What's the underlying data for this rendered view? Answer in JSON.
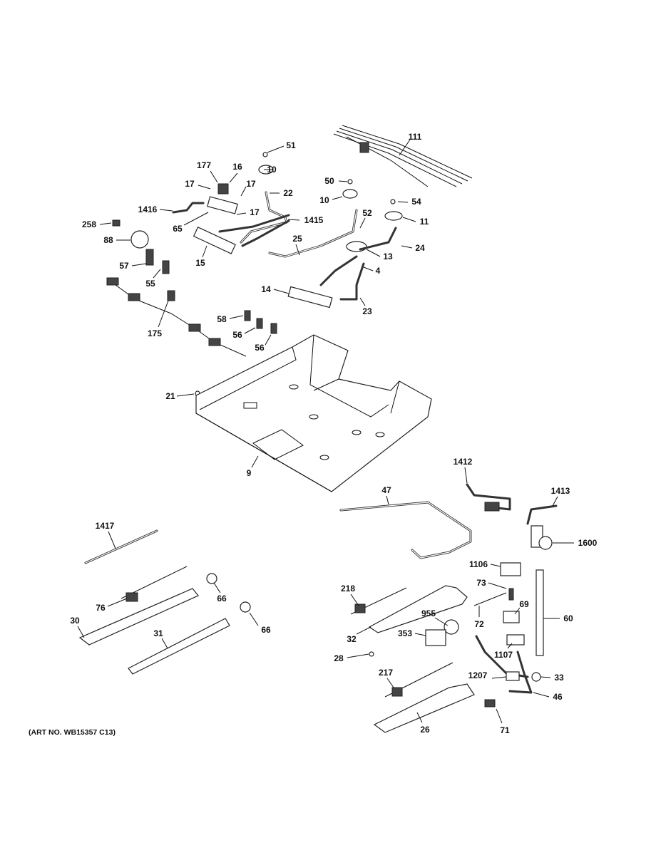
{
  "callouts": [
    "111",
    "51",
    "177",
    "16",
    "10",
    "17",
    "17",
    "22",
    "50",
    "10",
    "54",
    "1416",
    "52",
    "11",
    "1415",
    "17",
    "65",
    "258",
    "88",
    "25",
    "13",
    "24",
    "57",
    "15",
    "55",
    "4",
    "14",
    "23",
    "175",
    "58",
    "56",
    "56",
    "21",
    "9",
    "1412",
    "47",
    "1413",
    "1600",
    "1417",
    "1106",
    "73",
    "218",
    "76",
    "66",
    "955",
    "69",
    "60",
    "30",
    "72",
    "32",
    "353",
    "66",
    "31",
    "1107",
    "28",
    "33",
    "217",
    "1207",
    "46",
    "26",
    "71"
  ],
  "art_number": "(ART NO. WB15357 C13)"
}
